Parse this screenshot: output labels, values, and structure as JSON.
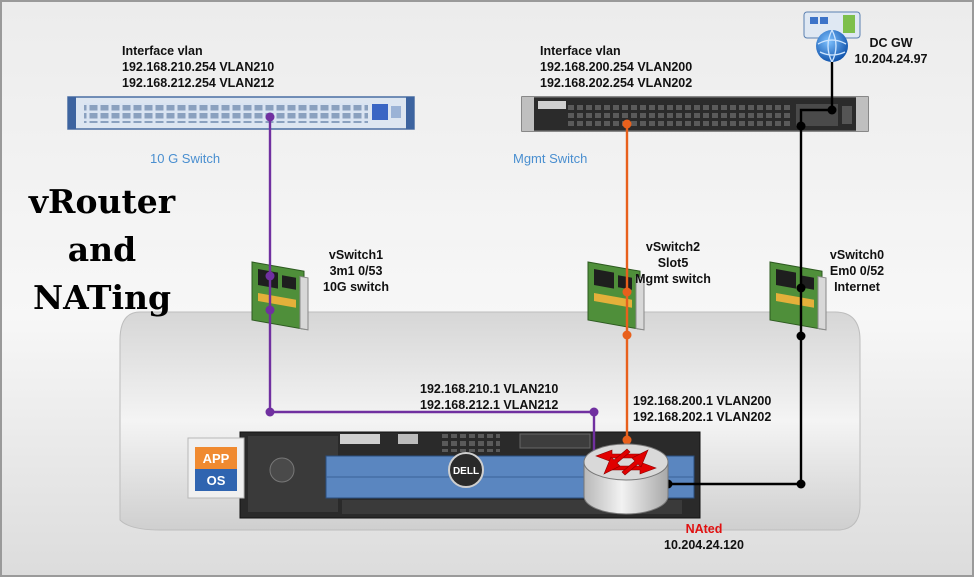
{
  "title_lines": [
    "vRouter",
    "and",
    "NATing"
  ],
  "switches": {
    "ten_g": {
      "header": "Interface vlan",
      "ip_lines": [
        "192.168.210.254 VLAN210",
        "192.168.212.254 VLAN212"
      ],
      "caption": "10 G Switch"
    },
    "mgmt": {
      "header": "Interface vlan",
      "ip_lines": [
        "192.168.200.254 VLAN200",
        "192.168.202.254 VLAN202"
      ],
      "caption": "Mgmt Switch"
    }
  },
  "gateway": {
    "name": "DC GW",
    "ip": "10.204.24.97"
  },
  "vswitches": [
    {
      "lines": [
        "vSwitch1",
        "3m1 0/53",
        "10G switch"
      ]
    },
    {
      "lines": [
        "vSwitch2",
        "Slot5",
        "Mgmt switch"
      ]
    },
    {
      "lines": [
        "vSwitch0",
        "Em0 0/52",
        "Internet"
      ]
    }
  ],
  "router_ips": {
    "left": [
      "192.168.210.1 VLAN210",
      "192.168.212.1 VLAN212"
    ],
    "right": [
      "192.168.200.1 VLAN200",
      "192.168.202.1 VLAN202"
    ]
  },
  "nat": {
    "label": "NAted",
    "ip": "10.204.24.120"
  },
  "app_os": {
    "top": "APP",
    "bottom": "OS"
  },
  "server": {
    "brand": "DELL"
  },
  "colors": {
    "vlan_link": "#7030a0",
    "mgmt_link": "#e8601c",
    "internet_link": "#000000",
    "nat_text": "#e01010",
    "caption_text": "#4a8fd0"
  }
}
